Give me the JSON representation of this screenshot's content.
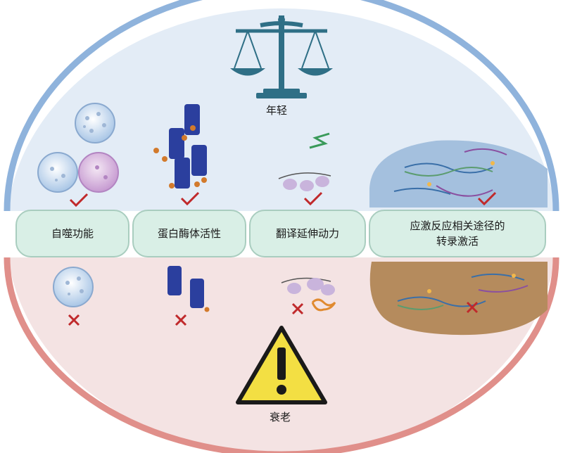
{
  "labels": {
    "young": "年轻",
    "aging": "衰老"
  },
  "processes": [
    {
      "label": "自噬功能"
    },
    {
      "label": "蛋白酶体活性"
    },
    {
      "label": "翻译延伸动力"
    },
    {
      "label_line1": "应激反应相关途径的",
      "label_line2": "转录激活"
    }
  ],
  "colors": {
    "young_fill": "#e3ecf6",
    "young_border": "#8fb3dc",
    "aging_fill": "#f4e3e3",
    "aging_border": "#e08f8a",
    "pill_fill": "#d9efe6",
    "check": "#c0292b",
    "cross": "#c0292b"
  },
  "icons": [
    "scale-icon",
    "warning-icon",
    "check-icon",
    "cross-icon"
  ]
}
